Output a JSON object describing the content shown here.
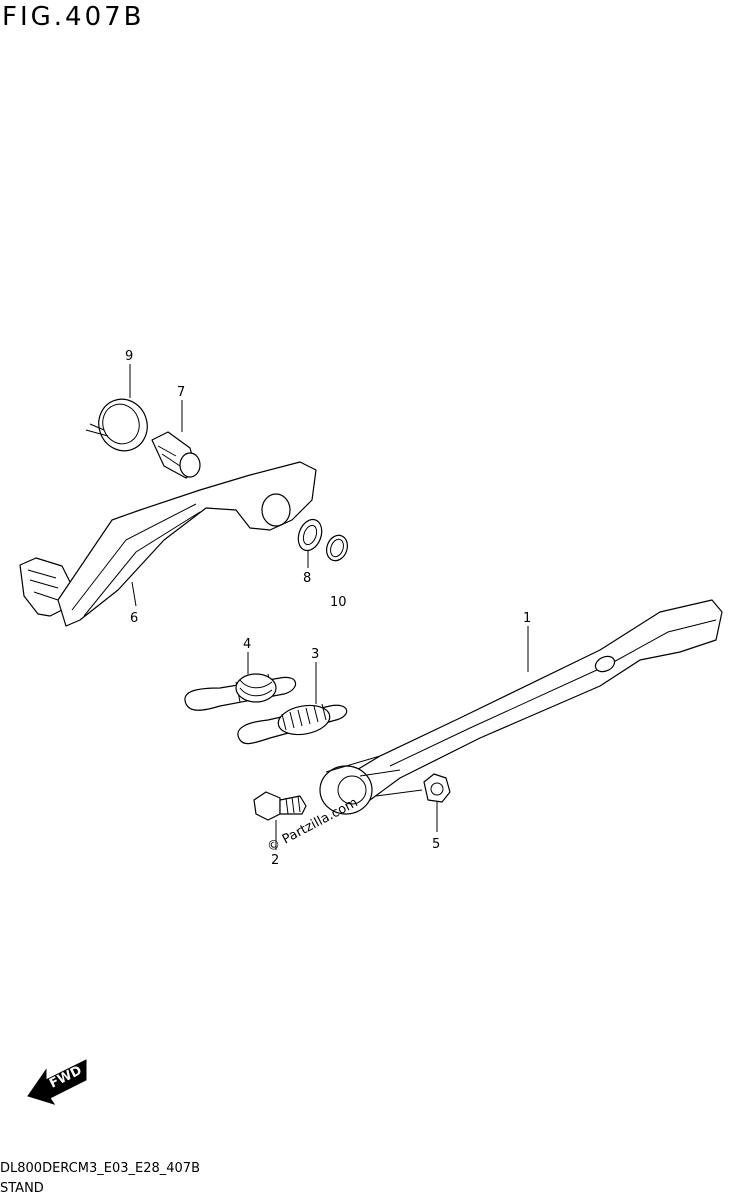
{
  "figure": {
    "title": "FIG.407B"
  },
  "callouts": {
    "c1": "1",
    "c2": "2",
    "c3": "3",
    "c4": "4",
    "c5": "5",
    "c6": "6",
    "c7": "7",
    "c8": "8",
    "c9": "9",
    "c10": "10"
  },
  "watermark": {
    "text": "© Partzilla.com"
  },
  "fwd": {
    "label": "FWD"
  },
  "footer": {
    "code": "DL800DERCM3_E03_E28_407B",
    "name": "STAND"
  }
}
